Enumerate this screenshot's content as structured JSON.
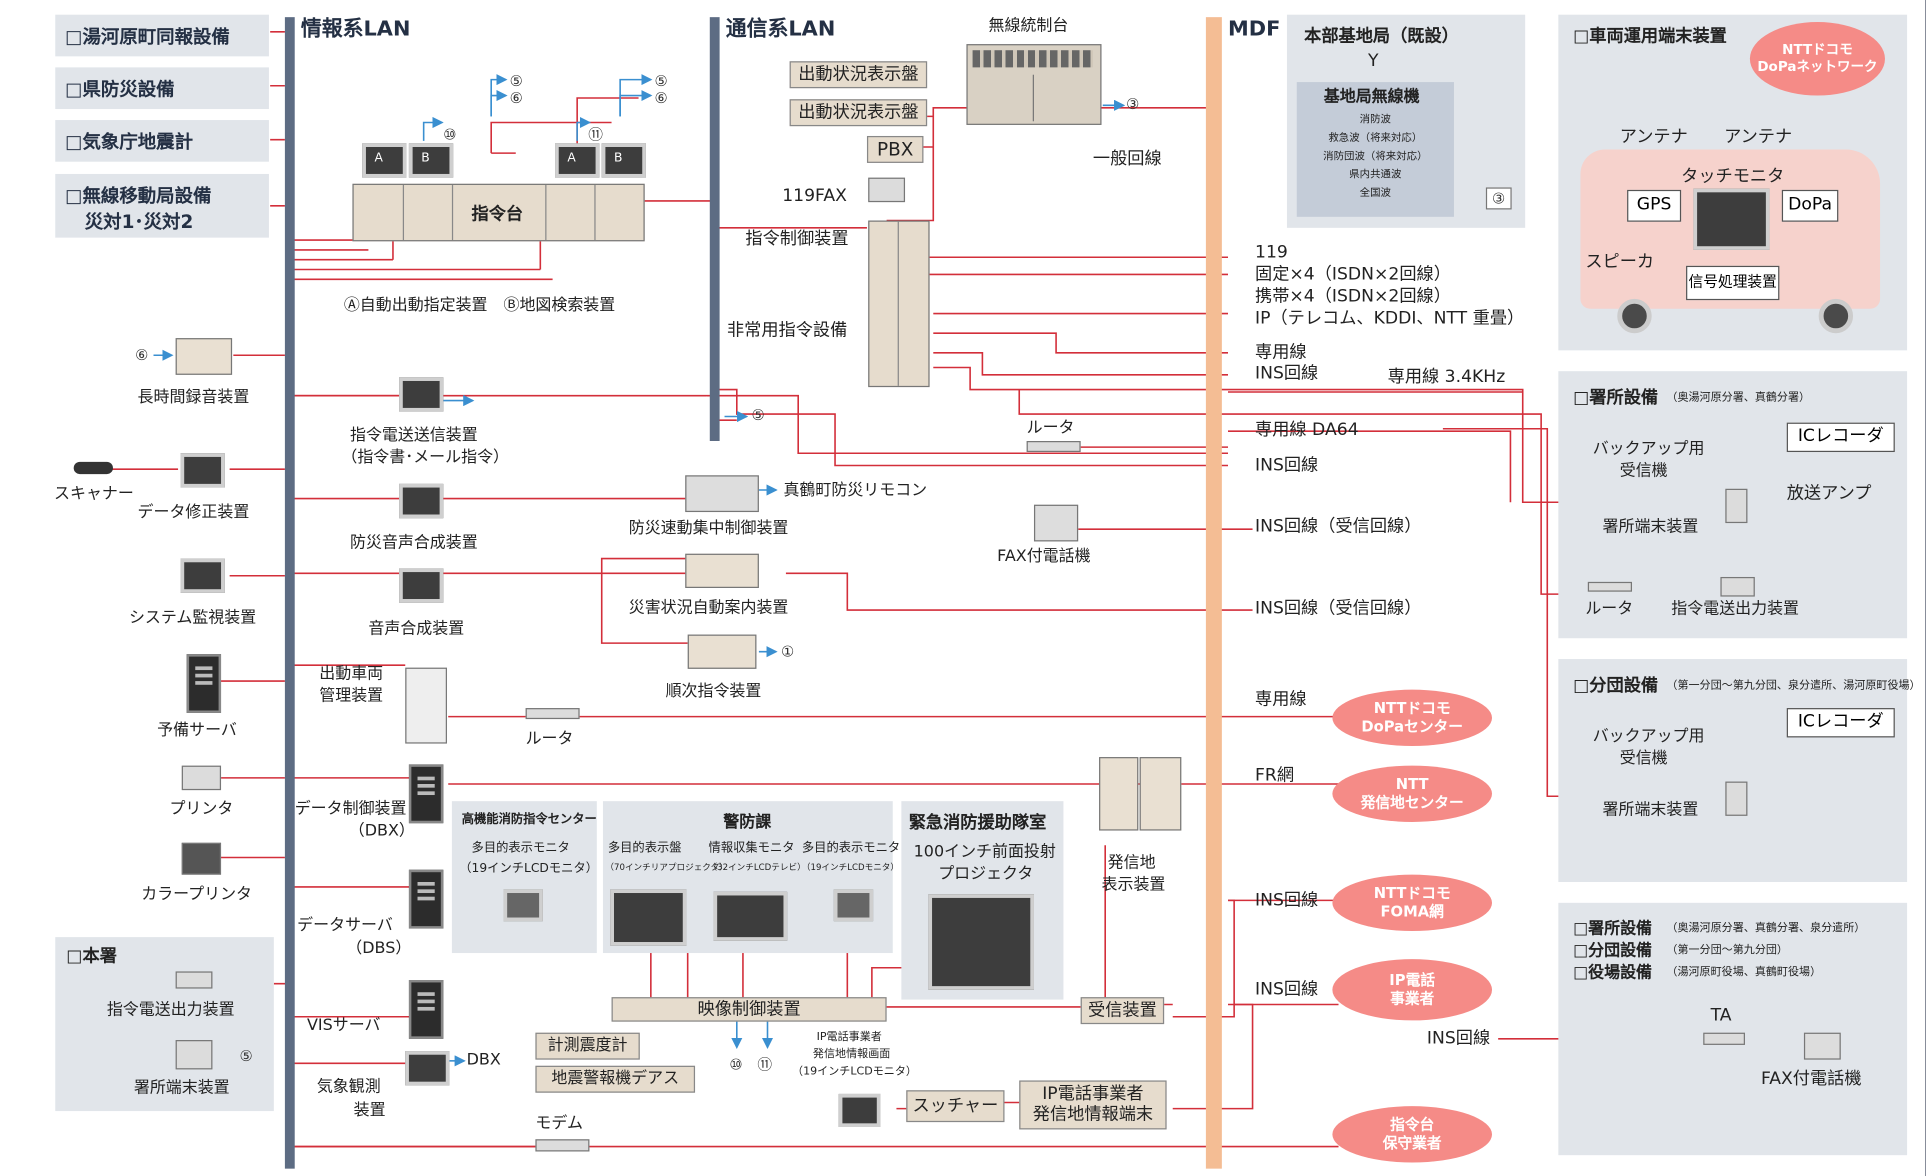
{
  "left_labels": {
    "yugawara": "□湯河原町同報設備",
    "prefecture": "□県防災設備",
    "jma": "□気象庁地震計",
    "mobile_l1": "□無線移動局設備",
    "mobile_l2": "災対1･災対2"
  },
  "bus_titles": {
    "info_lan": "情報系LAN",
    "comm_lan": "通信系LAN",
    "mdf": "MDF"
  },
  "command_desk": {
    "center_label": "指令台",
    "badge_a": "A",
    "badge_b": "B",
    "legend": "Ⓐ自動出動指定装置　Ⓑ地図検索装置",
    "marks": [
      "⑩",
      "⑪",
      "⑤",
      "⑥",
      "⑤",
      "⑥"
    ]
  },
  "comm_side": {
    "wireless_console": "無線統制台",
    "status_board_1": "出動状況表示盤",
    "status_board_2": "出動状況表示盤",
    "pbx": "PBX",
    "fax119": "119FAX",
    "command_control": "指令制御装置",
    "emergency_command": "非常用指令設備",
    "general_line": "一般回線",
    "mark3": "③",
    "mark5": "⑤"
  },
  "base_station": {
    "title": "本部基地局（既設）",
    "radio_title": "基地局無線機",
    "items": [
      "消防波",
      "救急波（将来対応）",
      "消防団波（将来対応）",
      "県内共通波",
      "全国波"
    ],
    "mark": "③"
  },
  "lines": {
    "l119_1": "119",
    "l119_2": "固定×4（ISDN×2回線）",
    "l119_3": "携帯×4（ISDN×2回線）",
    "l119_4": "IP（テレコム、KDDI、NTT 重畳）",
    "dedicated": "専用線",
    "ins": "INS回線",
    "dedicated_34k": "専用線 3.4KHz",
    "dedicated_da64": "専用線 DA64",
    "ins2": "INS回線",
    "ins_recv1": "INS回線（受信回線）",
    "ins_recv2": "INS回線（受信回線）",
    "dedicated2": "専用線",
    "fr": "FR網",
    "ins3": "INS回線",
    "ins4": "INS回線",
    "ins_right": "INS回線"
  },
  "left_devices": {
    "long_recorder": "長時間録音装置",
    "mark6": "⑥",
    "scanner": "スキャナー",
    "data_fix": "データ修正装置",
    "system_monitor": "システム監視装置",
    "spare_server": "予備サーバ",
    "printer": "プリンタ",
    "color_printer": "カラープリンタ"
  },
  "honsho": {
    "title": "□本署",
    "output": "指令電送出力装置",
    "terminal": "署所端末装置",
    "mark5": "⑤"
  },
  "center_devices": {
    "transmit_1": "指令電送送信装置",
    "transmit_2": "（指令書･メール指令）",
    "voice_synth_disaster": "防災音声合成装置",
    "voice_synth": "音声合成装置",
    "vehicle_mgmt_1": "出動車両",
    "vehicle_mgmt_2": "管理装置",
    "router": "ルータ",
    "dbx_ctrl_1": "データ制御装置",
    "dbx_ctrl_2": "（DBX）",
    "dbs_1": "データサーバ",
    "dbs_2": "（DBS）",
    "vis": "VISサーバ",
    "weather_1": "気象観測",
    "weather_2": "装置",
    "dbx": "DBX",
    "modem": "モデム",
    "seismic": "計測震度計",
    "eew": "地震警報機デアス",
    "remote": "真鶴町防災リモコン",
    "remote_ctrl": "防災速動集中制御装置",
    "auto_guide": "災害状況自動案内装置",
    "sequential": "順次指令装置",
    "mark1": "①",
    "router_mid": "ルータ",
    "fax_phone": "FAX付電話機"
  },
  "display_panels": {
    "p1_title": "高機能消防指令センター",
    "p1_desc1": "多目的表示モニタ",
    "p1_desc2": "（19インチLCDモニタ）",
    "p2_title": "警防課",
    "p2_c1a": "多目的表示盤",
    "p2_c1b": "（70インチリアプロジェクタ）",
    "p2_c2a": "情報収集モニタ",
    "p2_c2b": "（32インチLCDテレビ）",
    "p2_c3a": "多目的表示モニタ",
    "p2_c3b": "（19インチLCDモニタ）",
    "p3_title": "緊急消防援助隊室",
    "p3_desc1": "100インチ前面投射",
    "p3_desc2": "プロジェクタ",
    "video_ctrl": "映像制御装置",
    "marks_bottom": "⑩　⑪",
    "ip_monitor_1": "IP電話事業者",
    "ip_monitor_2": "発信地情報画面",
    "ip_monitor_3": "（19インチLCDモニタ）",
    "switcher": "スッチャー",
    "ip_terminal_1": "IP電話事業者",
    "ip_terminal_2": "発信地情報端末",
    "receiver": "受信装置",
    "caller_1": "発信地",
    "caller_2": "表示装置"
  },
  "clouds": {
    "dopa_center": "NTTドコモ\nDoPaセンター",
    "ntt_center": "NTT\n発信地センター",
    "foma": "NTTドコモ\nFOMA網",
    "ip_phone": "IP電話\n事業者",
    "maintenance": "指令台\n保守業者",
    "dopa_net": "NTTドコモ\nDoPaネットワーク"
  },
  "vehicle": {
    "title": "□車両運用端末装置",
    "antenna1": "アンテナ",
    "antenna2": "アンテナ",
    "touch": "タッチモニタ",
    "gps": "GPS",
    "dopa": "DoPa",
    "speaker": "スピーカ",
    "signal": "信号処理装置"
  },
  "station_panel": {
    "title": "□署所設備",
    "title_note": "（奥湯河原分署、真鶴分署）",
    "backup_1": "バックアップ用",
    "backup_2": "受信機",
    "ic": "ICレコーダ",
    "amp": "放送アンプ",
    "terminal": "署所端末装置",
    "router": "ルータ",
    "output": "指令電送出力装置"
  },
  "branch_panel": {
    "title": "□分団設備",
    "title_note": "（第一分団〜第九分団、泉分遣所、湯河原町役場）",
    "backup_1": "バックアップ用",
    "backup_2": "受信機",
    "ic": "ICレコーダ",
    "terminal": "署所端末装置"
  },
  "bottom_panel": {
    "line1": "□署所設備",
    "line1_note": "（奥湯河原分署、真鶴分署、泉分遣所）",
    "line2": "□分団設備",
    "line2_note": "（第一分団〜第九分団）",
    "line3": "□役場設備",
    "line3_note": "（湯河原町役場、真鶴町役場）",
    "ta": "TA",
    "fax": "FAX付電話機"
  },
  "colors": {
    "bus": "#5d6c83",
    "mdf": "#f4bd94",
    "red_line": "#d32f3a",
    "blue_arrow": "#3a8fd0",
    "cloud": "#f58b87",
    "panel": "#e1e5ea",
    "frame": "#0f1a35"
  }
}
